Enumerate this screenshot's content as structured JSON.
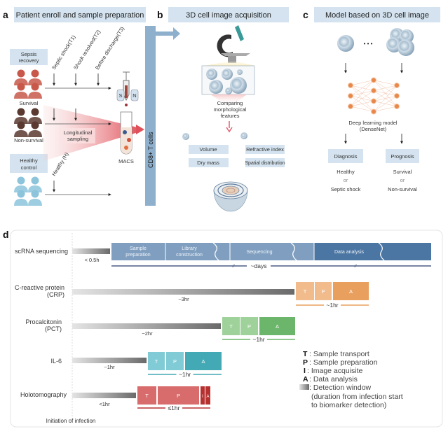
{
  "panel_a": {
    "letter": "a",
    "title": "Patient enroll and sample preparation",
    "sepsis_box": [
      "Sepsis",
      "recovery"
    ],
    "healthy_box": [
      "Healthy",
      "control"
    ],
    "survival": "Survival",
    "non_survival": "Non-survival",
    "timepoints": [
      "Septic shock(T1)",
      "Shock resolved(T2)",
      "Before discharge(T3)"
    ],
    "healthy_timepoint": "Healthy (H)",
    "sampling": [
      "Longitudinal",
      "sampling"
    ],
    "magnet_s": "S",
    "magnet_n": "N",
    "macs": "MACS",
    "cd8": "CD8+ T cells",
    "colors": {
      "survival": "#c8584a",
      "non_survival": "#5a3a30",
      "healthy": "#8cc4dc",
      "header": "#d4e3ef",
      "cd8_bar": "#8fb0cc"
    }
  },
  "panel_b": {
    "letter": "b",
    "title": "3D cell image acquisition",
    "comparing": [
      "Comparing",
      "morphological",
      "features"
    ],
    "features": [
      "Volume",
      "Dry mass",
      "Refractive index",
      "Spatial distribution"
    ]
  },
  "panel_c": {
    "letter": "c",
    "title": "Model based on 3D cell image",
    "ellipsis": "• • •",
    "model": [
      "Deep learning model",
      "(DenseNet)"
    ],
    "network_layers": [
      3,
      4,
      3
    ],
    "diagnosis": {
      "label": "Diagnosis",
      "a": "Healthy",
      "or": "or",
      "b": "Septic shock"
    },
    "prognosis": {
      "label": "Prognosis",
      "a": "Survival",
      "or": "or",
      "b": "Non-survival"
    }
  },
  "panel_d": {
    "letter": "d",
    "scrna": {
      "label": "scRNA sequencing",
      "window": "< 0.5h",
      "steps": [
        [
          "Sample",
          "preparation"
        ],
        [
          "Library",
          "construction"
        ],
        [
          "Sequencing"
        ],
        [
          "Data analysis"
        ]
      ],
      "duration": "~days",
      "colors": [
        "#809fc0",
        "#4b75a2"
      ]
    },
    "rows": [
      {
        "label": [
          "C-reactive protein",
          "(CRP)"
        ],
        "window": "~3hr",
        "blocks": [
          "T",
          "P",
          "A"
        ],
        "duration": "~1hr",
        "colors": [
          "#f2bb8c",
          "#e9a05e"
        ]
      },
      {
        "label": [
          "Procalcitonin",
          "(PCT)"
        ],
        "window": "~2hr",
        "blocks": [
          "T",
          "P",
          "A"
        ],
        "duration": "~1hr",
        "colors": [
          "#9fd19b",
          "#6cb66b"
        ]
      },
      {
        "label": [
          "IL-6"
        ],
        "window": "~1hr",
        "blocks": [
          "T",
          "P",
          "A"
        ],
        "duration": "~1hr",
        "colors": [
          "#80cbd5",
          "#43a9b5"
        ]
      },
      {
        "label": [
          "Holotomography"
        ],
        "window": "<1hr",
        "blocks": [
          "T",
          "P",
          "I",
          "A"
        ],
        "duration": "≤1hr",
        "colors": [
          "#d86b6b",
          "#b73030"
        ]
      }
    ],
    "initiation": "Initiation of infection",
    "legend": [
      {
        "key": "T",
        "text": ": Sample transport"
      },
      {
        "key": "P",
        "text": ": Sample preparation"
      },
      {
        "key": "I",
        "text": ": Image acquisite"
      },
      {
        "key": "A",
        "text": ": Data analysis"
      }
    ],
    "legend_window": [
      ": Detection window",
      "(duration from infection start",
      "to biomarker detection)"
    ]
  }
}
